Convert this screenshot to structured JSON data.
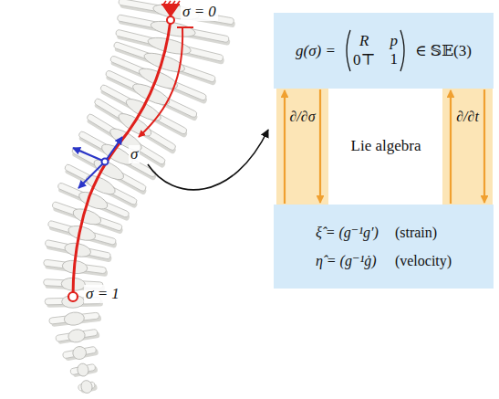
{
  "diagram": {
    "nodes": [
      {
        "text": [
          "g(σ) =",
          "R",
          "p",
          "0⊤",
          "1",
          "∈ 𝕊𝔼(3)"
        ]
      },
      {
        "text": [
          "ξ̂ = (g⁻¹g′)",
          "(strain)",
          "η̂ = (g⁻¹ġ)",
          "(velocity)"
        ]
      }
    ],
    "edges": [
      {
        "from": 0,
        "to": 1,
        "arrow": "both",
        "label": "∂/∂σ"
      },
      {
        "from": 0,
        "to": 1,
        "arrow": "both",
        "label": "∂/∂t"
      }
    ],
    "labels": [
      "σ = 0",
      "σ",
      "σ = 1",
      "Lie algebra"
    ]
  }
}
